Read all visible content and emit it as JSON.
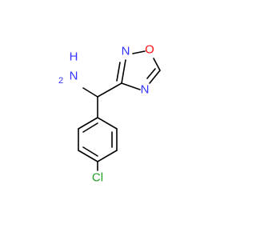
{
  "molecule": {
    "atoms": {
      "amine_h": "H",
      "amine_n": "N",
      "amine_h2": "2",
      "ring_n2": "N",
      "ring_o1": "O",
      "ring_n4": "N",
      "chloro": "Cl"
    },
    "colors": {
      "bond": "#000000",
      "nitrogen": "#3333ff",
      "oxygen": "#ff0d0d",
      "chlorine": "#1fa01f"
    }
  }
}
